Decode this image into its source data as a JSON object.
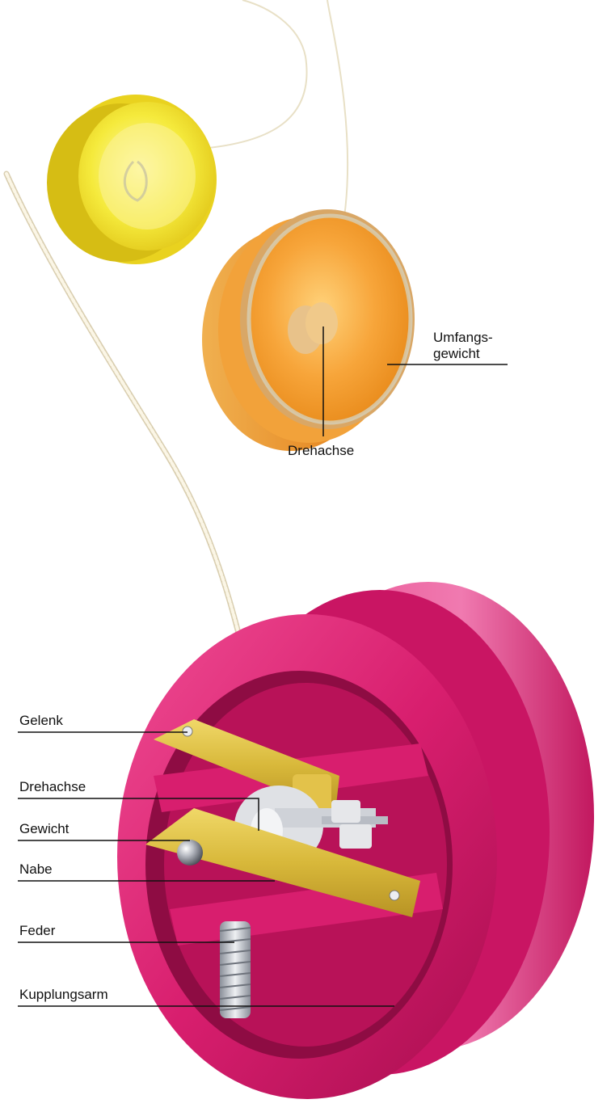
{
  "top_labels": {
    "umfangsgewicht_line1": "Umfangs-",
    "umfangsgewicht_line2": "gewicht",
    "drehachse_top": "Drehachse"
  },
  "bottom_labels": {
    "gelenk": "Gelenk",
    "drehachse": "Drehachse",
    "gewicht": "Gewicht",
    "nabe": "Nabe",
    "feder": "Feder",
    "kupplungsarm": "Kupplungsarm"
  },
  "colors": {
    "yellow_yoyo": "#f2e52a",
    "orange_yoyo": "#f39a1e",
    "pink_yoyo": "#d81e6e",
    "string": "#efe6cc",
    "brass_arm": "#d8b83a",
    "hub": "#e8e8ea",
    "leader_line": "#111111"
  }
}
